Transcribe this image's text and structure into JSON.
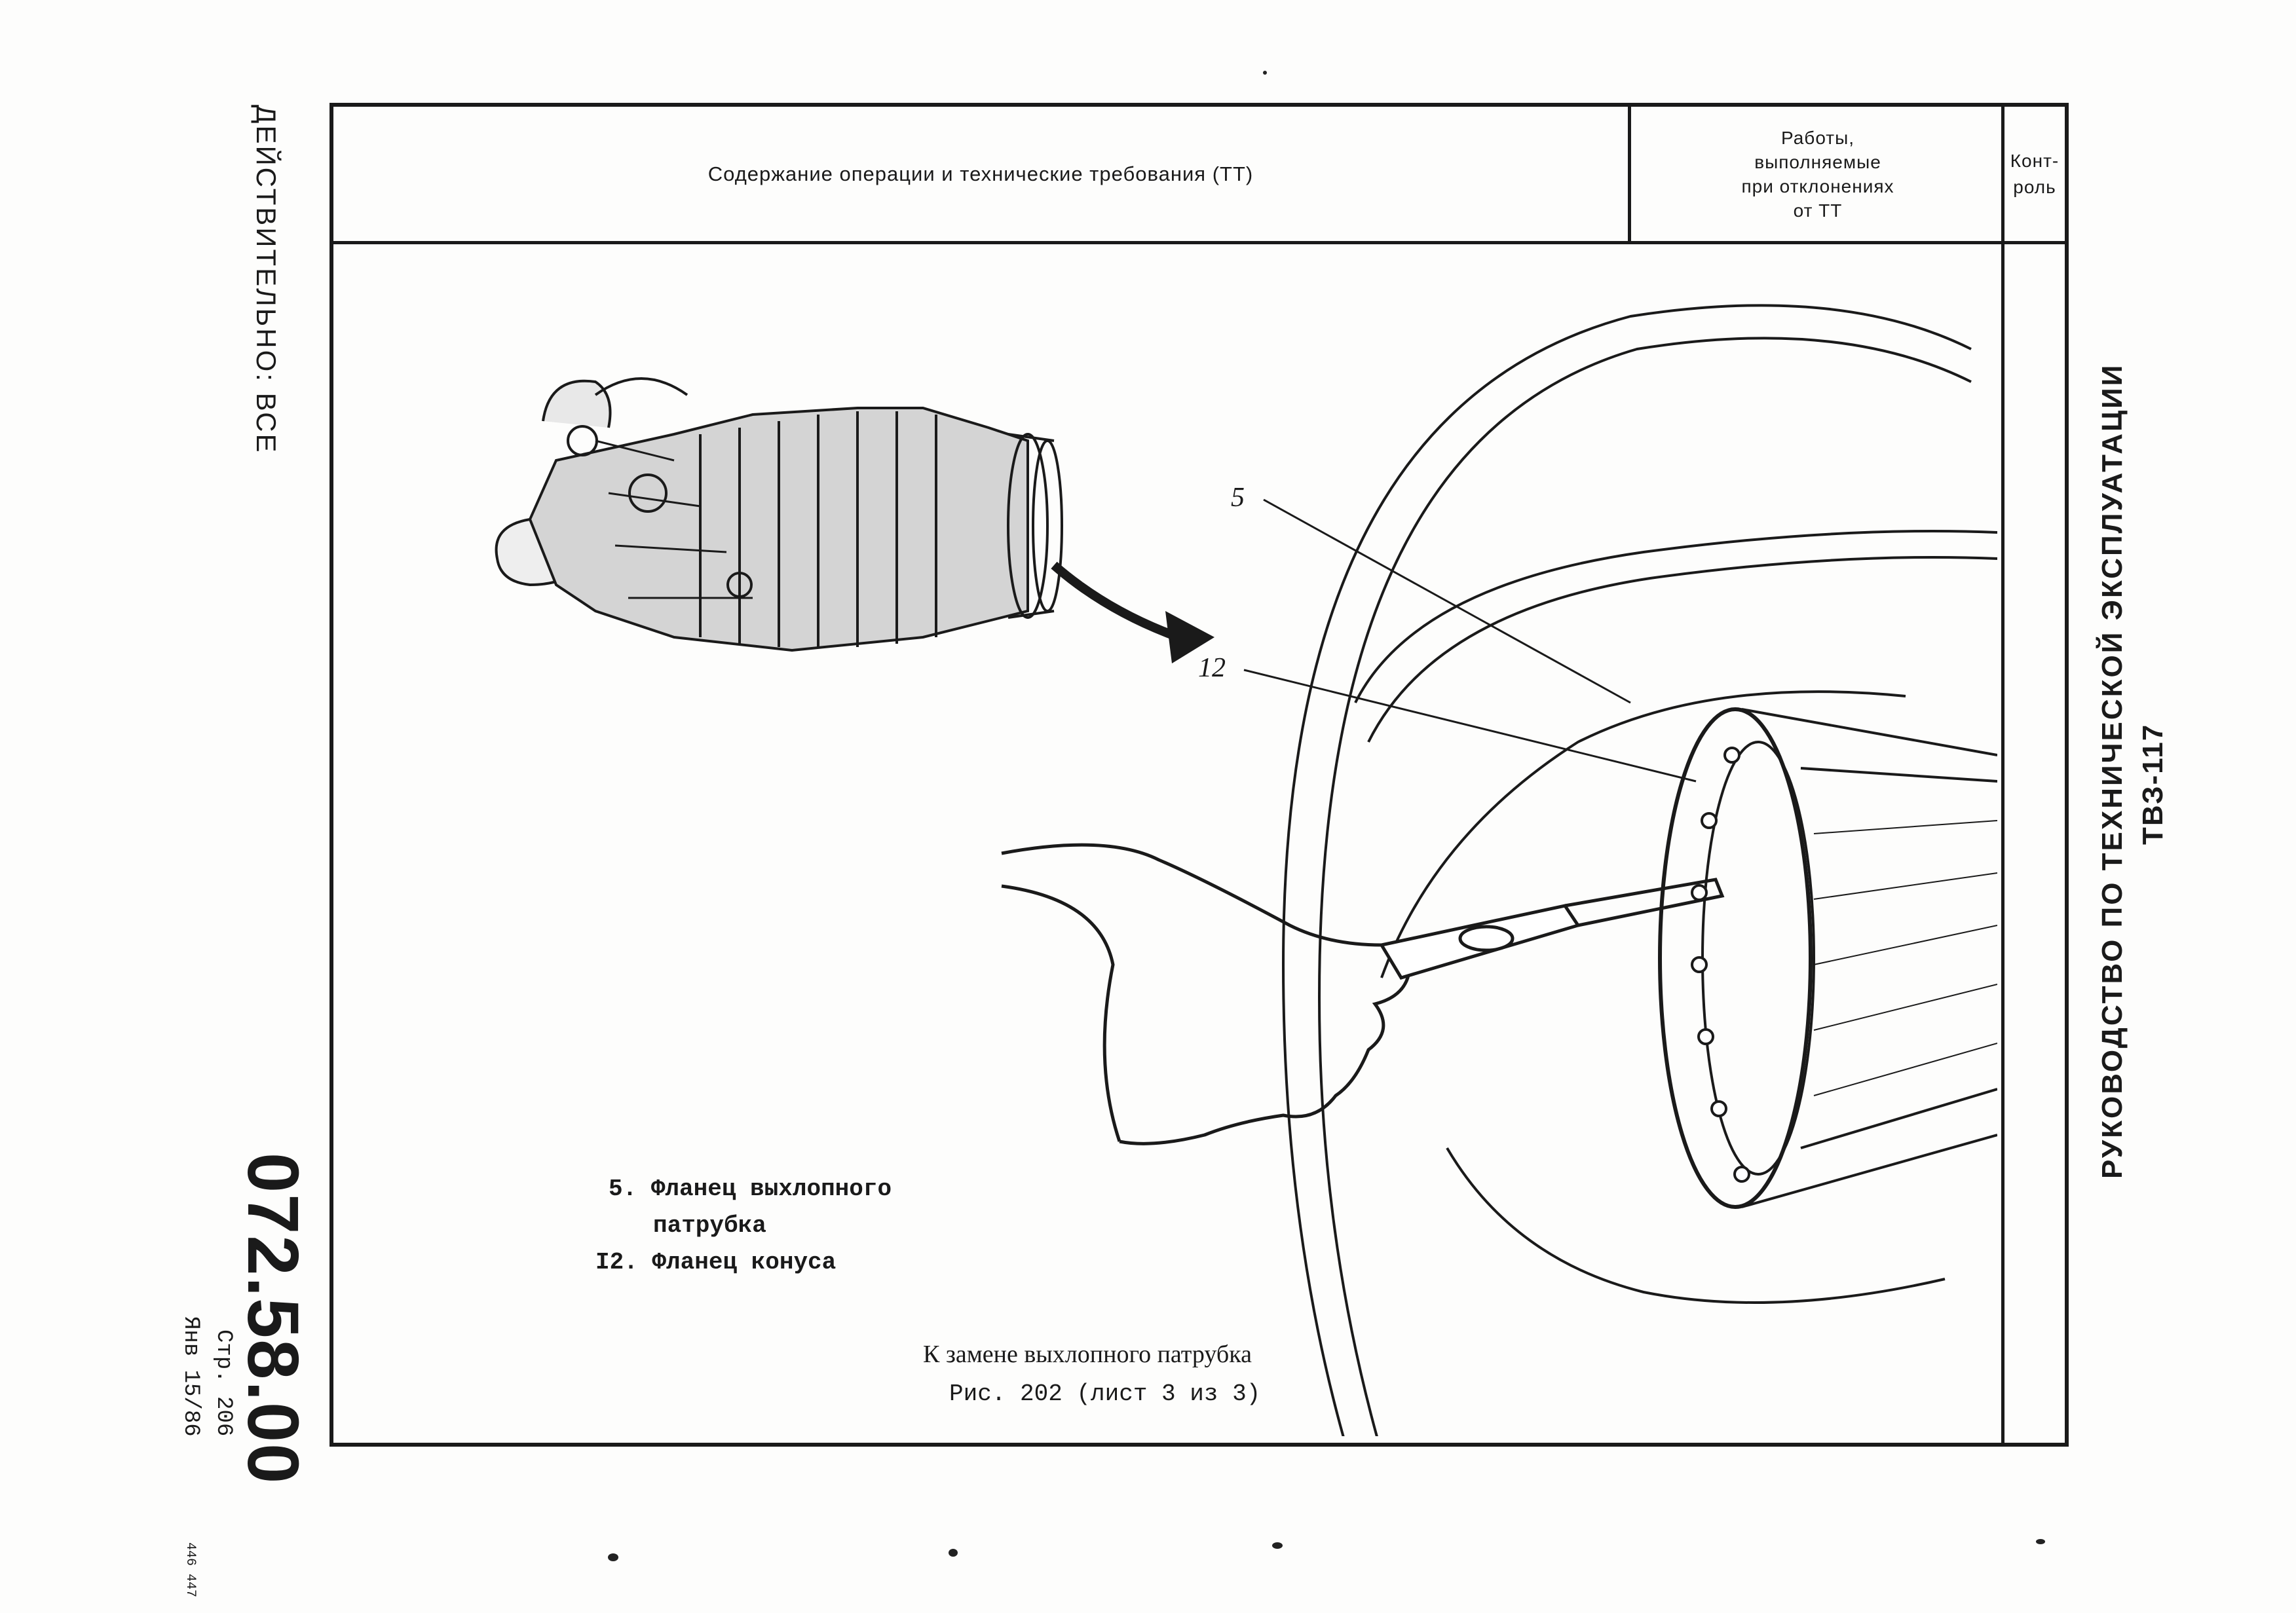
{
  "header": {
    "operation": "Содержание операции и технические требования (ТТ)",
    "deviation_work": "Работы,\nвыполняемые\nпри отклонениях\nот ТТ",
    "control": "Конт-\nроль"
  },
  "side_right": {
    "model": "ТВЗ-117",
    "manual": "РУКОВОДСТВО ПО ТЕХНИЧЕСКОЙ ЭКСПЛУАТАЦИИ"
  },
  "side_left": {
    "validity": "ДЕЙСТВИТЕЛЬНО: ВСЕ",
    "doc_number": "072.58.00",
    "page": "Стр. 206",
    "date": "Янв 15/86",
    "stamp": "446 447"
  },
  "figure": {
    "callouts": [
      "5",
      "12"
    ],
    "legend": [
      {
        "num": "5.",
        "text": "Фланец выхлопного",
        "cont": "патрубка"
      },
      {
        "num": "I2.",
        "text": "Фланец конуса"
      }
    ],
    "caption": "К замене выхлопного патрубка",
    "fig_ref": "Рис. 202 (лист 3 из 3)"
  }
}
